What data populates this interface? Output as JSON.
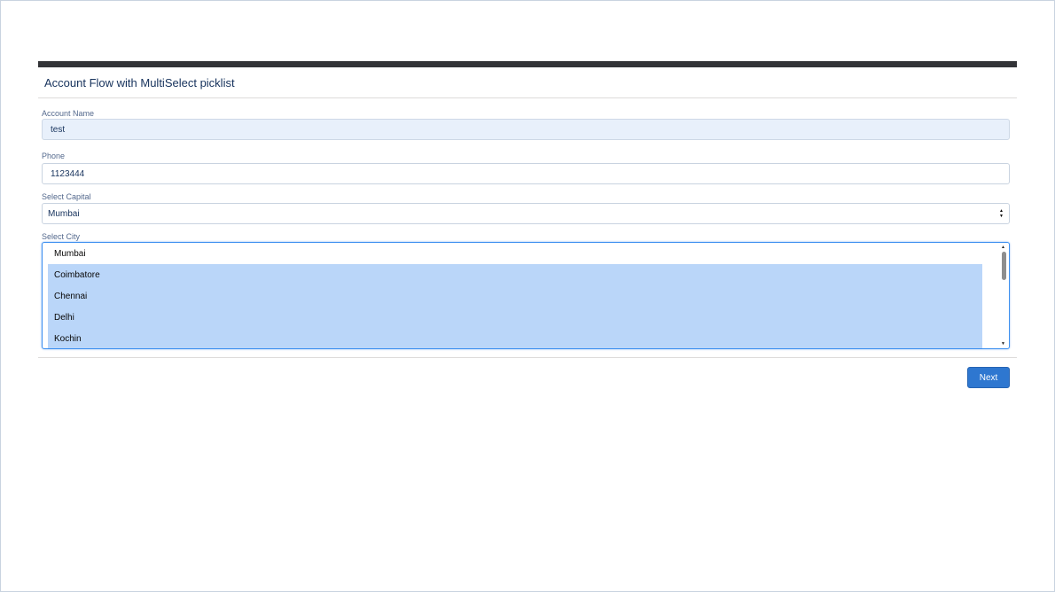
{
  "form": {
    "title": "Account Flow with MultiSelect picklist",
    "account_name": {
      "label": "Account Name",
      "value": "test"
    },
    "phone": {
      "label": "Phone",
      "value": "1123444"
    },
    "select_capital": {
      "label": "Select Capital",
      "value": "Mumbai"
    },
    "select_city": {
      "label": "Select City",
      "options": [
        {
          "label": "Mumbai",
          "selected": false
        },
        {
          "label": "Coimbatore",
          "selected": true
        },
        {
          "label": "Chennai",
          "selected": true
        },
        {
          "label": "Delhi",
          "selected": true
        },
        {
          "label": "Kochin",
          "selected": true
        }
      ]
    },
    "next_label": "Next"
  },
  "colors": {
    "accent": "#2e77d0",
    "selected_option": "#bad6f9",
    "header_bar": "#333438",
    "focus_border": "#3c8ff0"
  }
}
